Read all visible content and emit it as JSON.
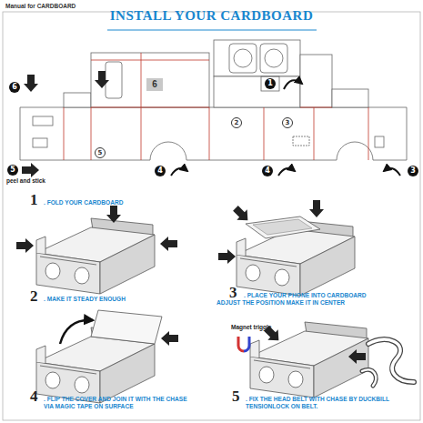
{
  "diagram": {
    "title": "INSTALL YOUR CARDBOARD",
    "labels": [
      "Manual for CARDBOARD",
      "6",
      "6",
      "1",
      "2",
      "3",
      "5",
      "5",
      "peel and stick",
      "4",
      "4",
      "3",
      "1",
      ". FOLD YOUR CARDBOARD",
      "2",
      ". MAKE IT STEADY ENOUGH",
      "3",
      ". PLACE YOUR PHONE INTO CARDBOARD ADJUST THE POSITION MAKE IT IN CENTER",
      "Magnet triggle",
      "4",
      ". FLIP THE COVER AND JOIN IT WITH THE CHASE VIA MAGIC TAPE ON SURFACE",
      "5",
      ". FIX THE HEAD BELT WITH CHASE BY DUCKBILL TENSIONLOCK ON BELT."
    ]
  }
}
